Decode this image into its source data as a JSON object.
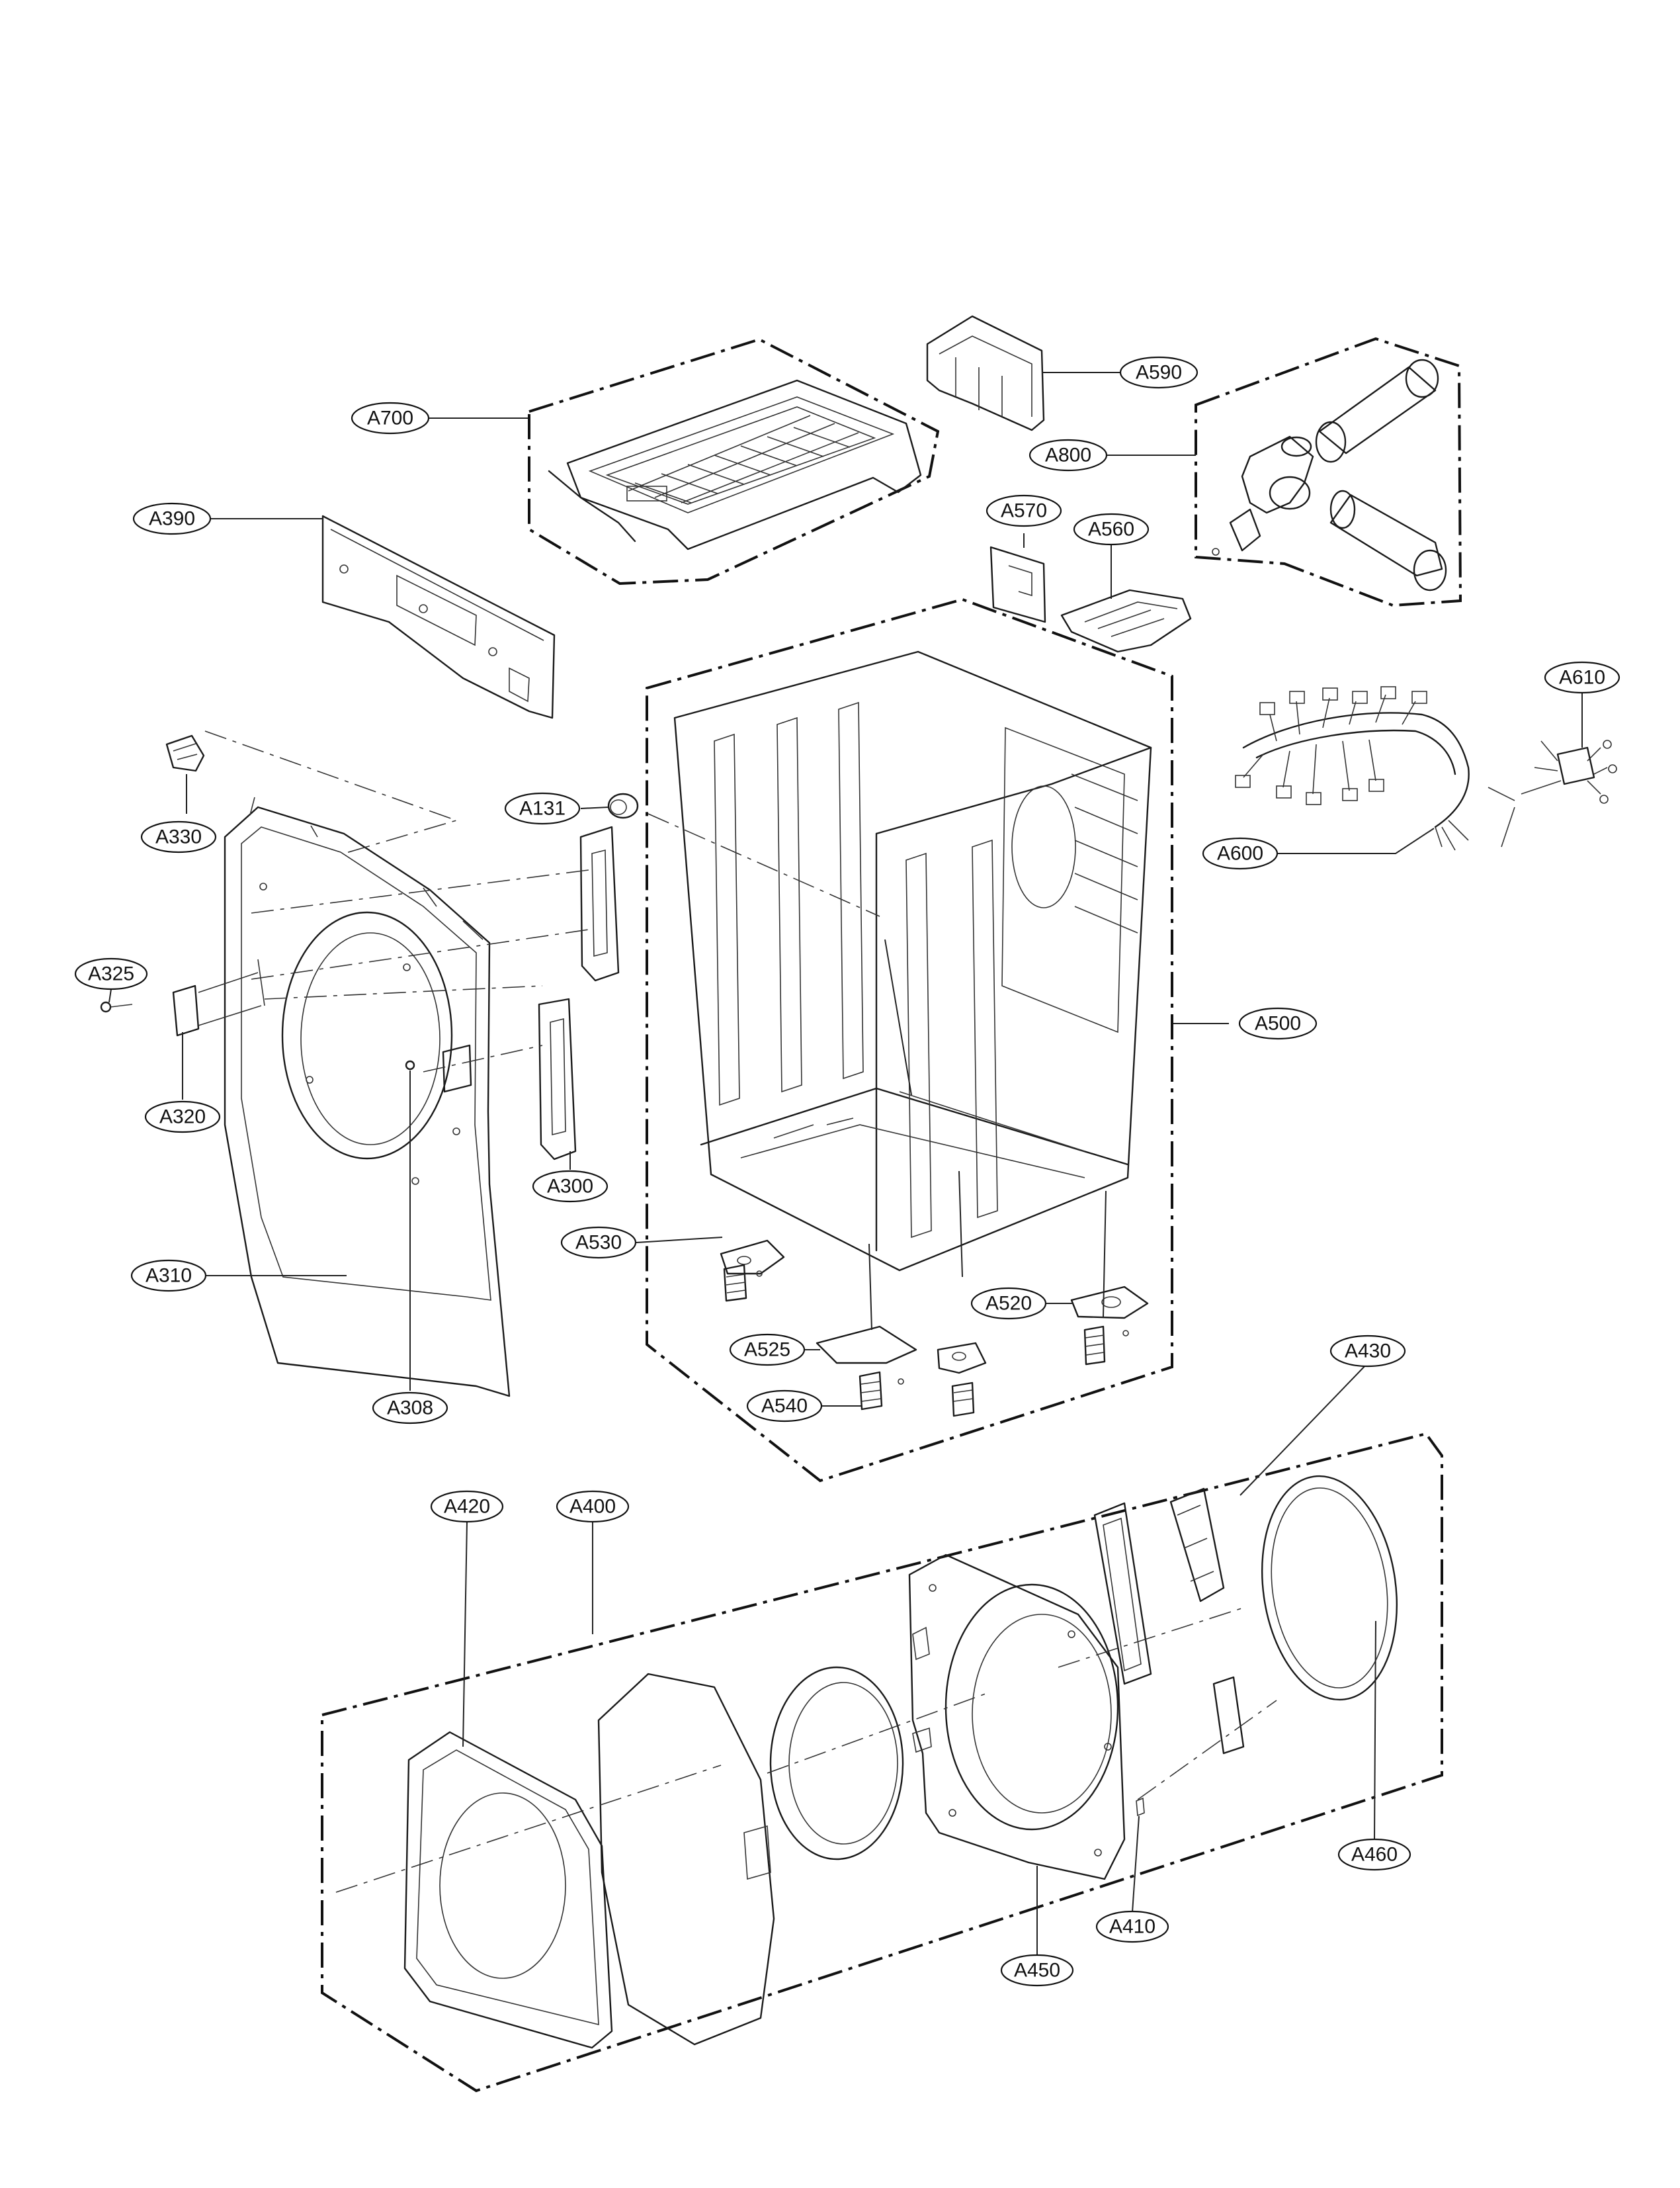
{
  "diagram": {
    "labels": {
      "A700": "A700",
      "A590": "A590",
      "A800": "A800",
      "A390": "A390",
      "A570": "A570",
      "A560": "A560",
      "A610": "A610",
      "A330": "A330",
      "A131": "A131",
      "A600": "A600",
      "A325": "A325",
      "A500": "A500",
      "A320": "A320",
      "A300": "A300",
      "A530": "A530",
      "A310": "A310",
      "A520": "A520",
      "A525": "A525",
      "A430": "A430",
      "A308": "A308",
      "A540": "A540",
      "A420": "A420",
      "A400": "A400",
      "A460": "A460",
      "A410": "A410",
      "A450": "A450"
    }
  }
}
